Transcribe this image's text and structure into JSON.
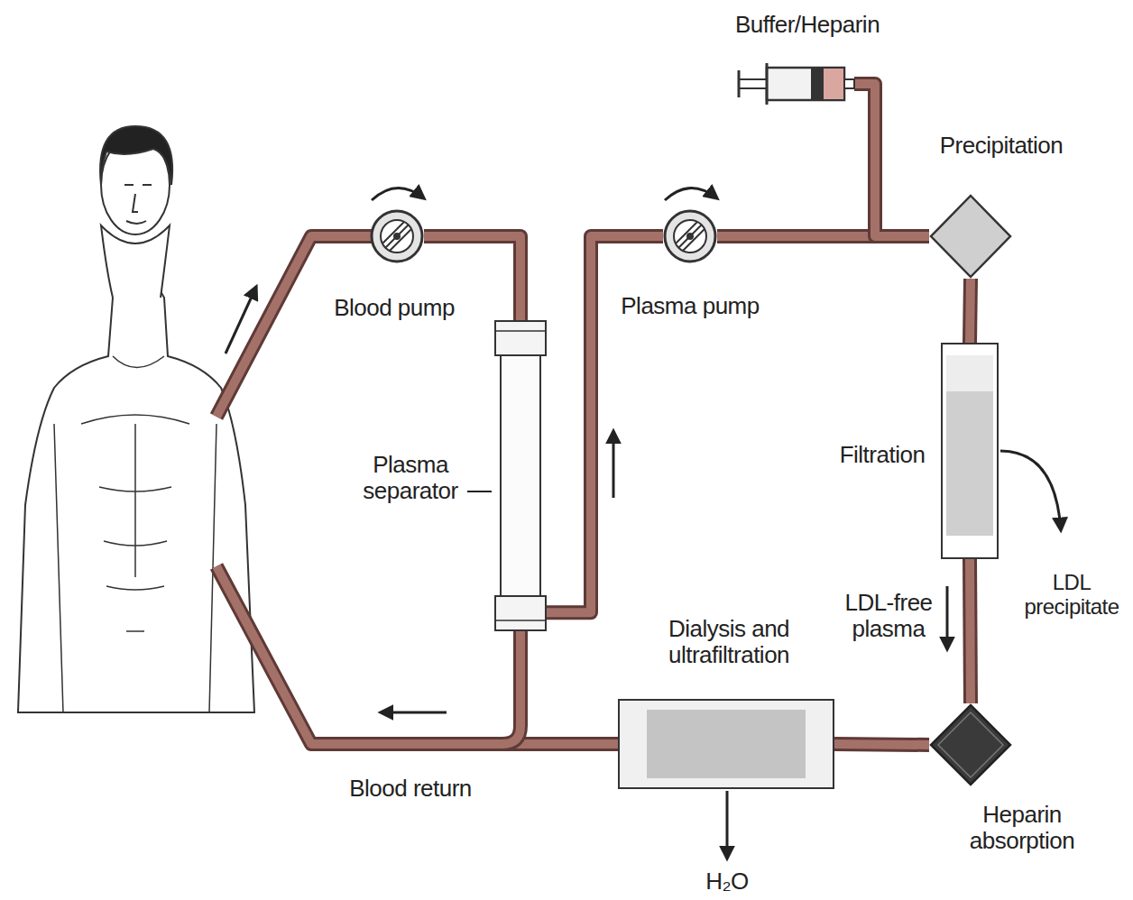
{
  "diagram": {
    "nodes": [
      {
        "text": [
          "Blood pump"
        ]
      },
      {
        "text": [
          "Buffer/Heparin"
        ]
      },
      {
        "text": [
          "Plasma pump"
        ]
      },
      {
        "text": [
          "Precipitation"
        ]
      },
      {
        "text": [
          "Plasma separator"
        ]
      },
      {
        "text": [
          "Filtration"
        ]
      },
      {
        "text": [
          "Dialysis and ultrafiltration"
        ]
      },
      {
        "text": [
          "Heparin absorption"
        ]
      }
    ],
    "edges": [
      {
        "from": 0,
        "to": 4,
        "arrow": "none"
      },
      {
        "from": 4,
        "to": 2,
        "arrow": "none"
      },
      {
        "from": 2,
        "to": 3,
        "arrow": "none"
      },
      {
        "from": 1,
        "to": 3,
        "arrow": "none"
      },
      {
        "from": 3,
        "to": 5,
        "arrow": "none"
      },
      {
        "from": 5,
        "to": 7,
        "arrow": "none",
        "label": "LDL-free plasma"
      },
      {
        "from": 7,
        "to": 6,
        "arrow": "none"
      }
    ],
    "labels": [
      "LDL precipitate",
      "H₂O",
      "Blood return"
    ]
  }
}
